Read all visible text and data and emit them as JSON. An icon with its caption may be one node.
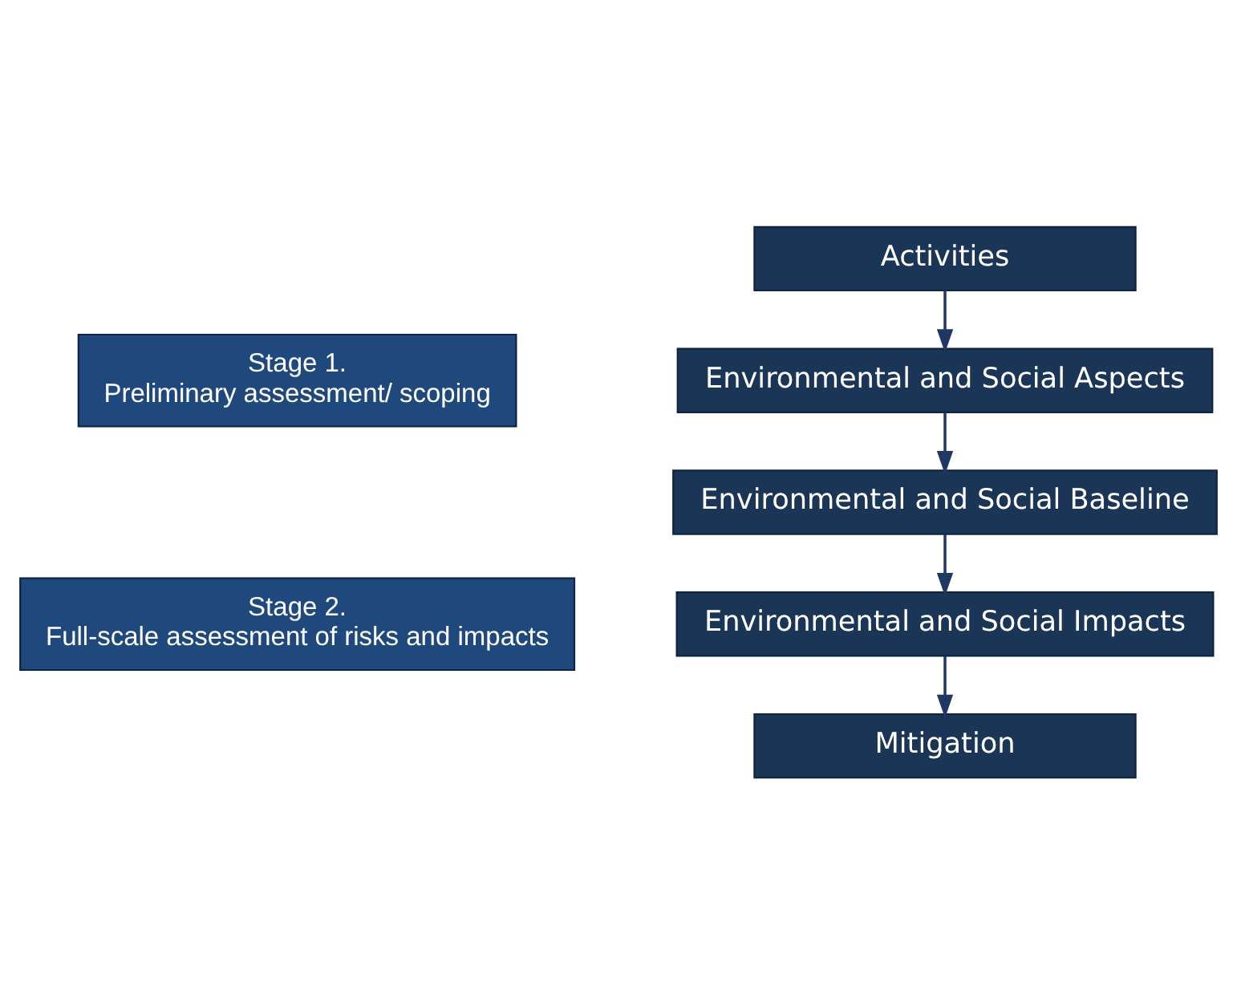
{
  "diagram": {
    "nodes": [
      {
        "text": [
          "Stage 1.",
          "Preliminary assessment/ scoping"
        ]
      },
      {
        "text": [
          "Stage 2.",
          "Full-scale assessment of risks and impacts"
        ]
      },
      {
        "text": [
          "Activities"
        ]
      },
      {
        "text": [
          "Environmental and Social Aspects"
        ]
      },
      {
        "text": [
          "Environmental and Social Baseline"
        ]
      },
      {
        "text": [
          "Environmental and Social Impacts"
        ]
      },
      {
        "text": [
          "Mitigation"
        ]
      }
    ],
    "edges": [
      {
        "from": 2,
        "to": 3,
        "arrow": "to"
      },
      {
        "from": 3,
        "to": 4,
        "arrow": "to"
      },
      {
        "from": 4,
        "to": 5,
        "arrow": "to"
      },
      {
        "from": 5,
        "to": 6,
        "arrow": "to"
      }
    ]
  }
}
